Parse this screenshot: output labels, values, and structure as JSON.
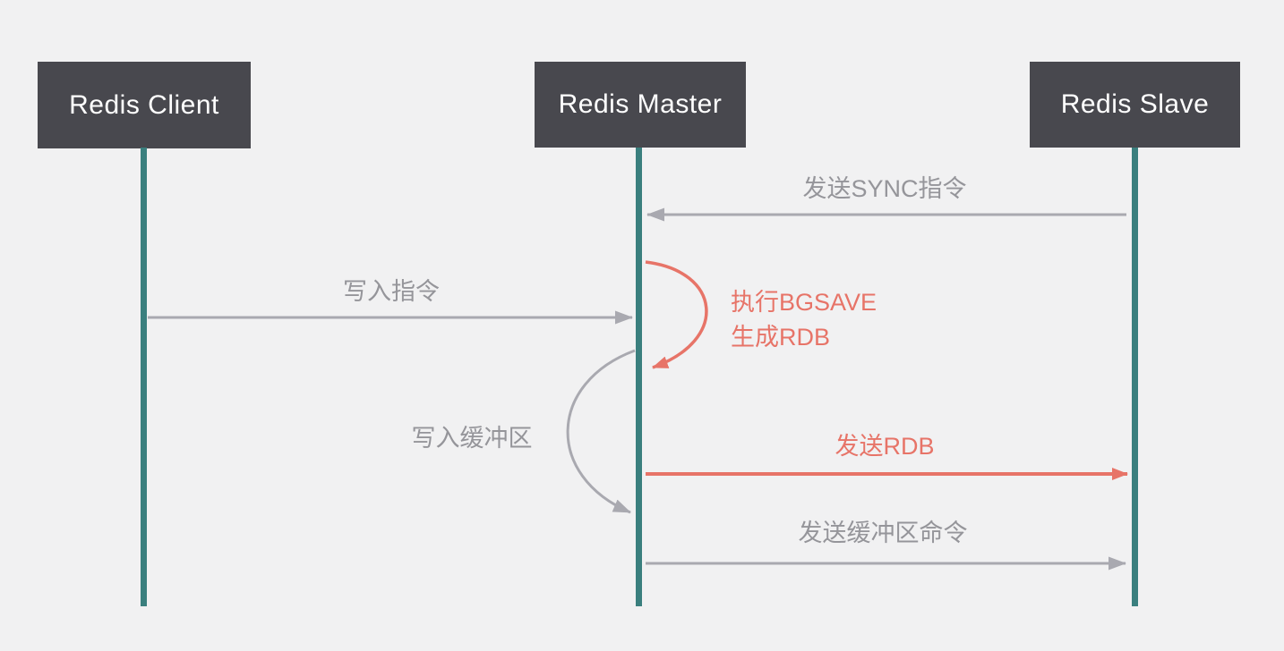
{
  "actors": [
    {
      "name": "Redis Client"
    },
    {
      "name": "Redis Master"
    },
    {
      "name": "Redis Slave"
    }
  ],
  "messages": [
    {
      "label": "发送SYNC指令",
      "from": "Redis Slave",
      "to": "Redis Master",
      "direction": "right-to-left",
      "style": "gray-solid-arrow"
    },
    {
      "label": "写入指令",
      "from": "Redis Client",
      "to": "Redis Master",
      "direction": "left-to-right",
      "style": "gray-solid-arrow"
    },
    {
      "label_line1": "执行BGSAVE",
      "label_line2": "生成RDB",
      "from": "Redis Master",
      "to": "Redis Master",
      "style": "red-self-loop"
    },
    {
      "label": "写入缓冲区",
      "from": "Redis Master",
      "to": "Redis Master",
      "style": "gray-self-loop"
    },
    {
      "label": "发送RDB",
      "from": "Redis Master",
      "to": "Redis Slave",
      "direction": "left-to-right",
      "style": "red-solid-arrow"
    },
    {
      "label": "发送缓冲区命令",
      "from": "Redis Master",
      "to": "Redis Slave",
      "direction": "left-to-right",
      "style": "gray-solid-arrow"
    }
  ],
  "colors": {
    "background": "#F1F1F2",
    "actor_box": "#48484E",
    "actor_text": "#FFFFFF",
    "lifeline": "#3A7F7E",
    "arrow_gray": "#A9A9B0",
    "label_gray": "#95959A",
    "accent_red": "#E77468"
  }
}
